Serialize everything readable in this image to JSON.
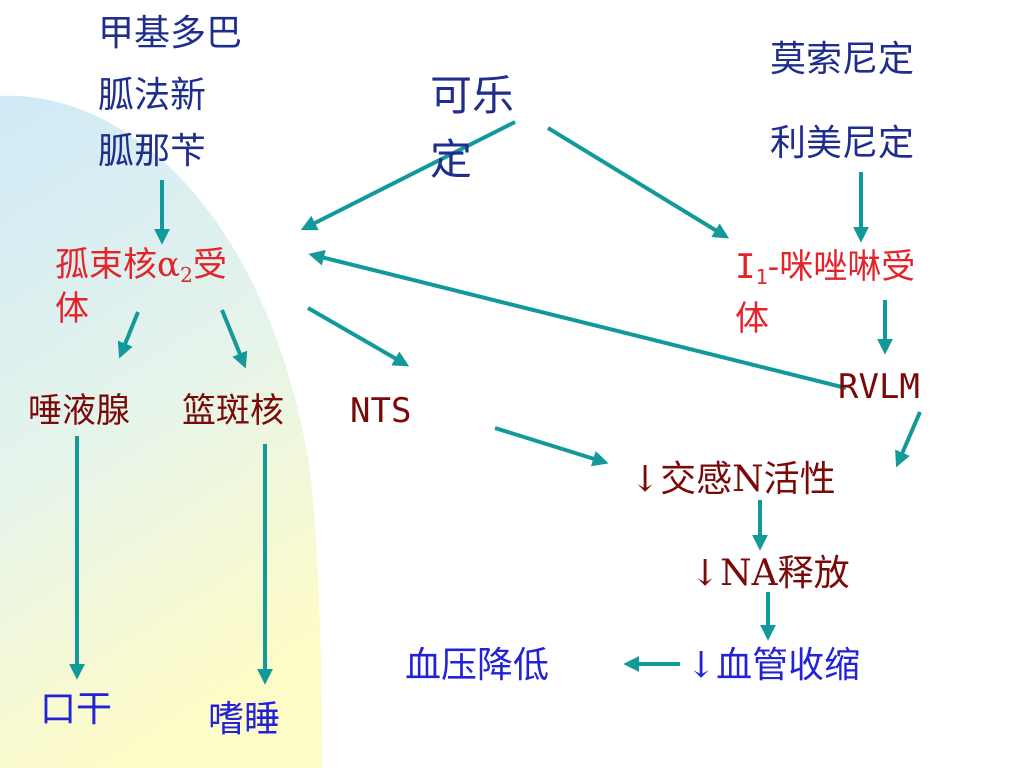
{
  "drugs_left": [
    "甲基多巴",
    "胍法新",
    "胍那苄"
  ],
  "drug_center": [
    "可乐",
    "定"
  ],
  "drugs_right": [
    "莫索尼定",
    "利美尼定"
  ],
  "alpha2_receptor": {
    "line1_a": "孤束核α",
    "sub": "2",
    "line1_b": "受",
    "line2": "体"
  },
  "i1_receptor": {
    "prefix": "I",
    "sub": "1",
    "line1_b": "-咪唑啉受",
    "line2": "体"
  },
  "nodes": {
    "salivary": "唾液腺",
    "locus": "篮斑核",
    "nts": "NTS",
    "rvlm": "RVLM",
    "sympathetic": "↓交感N活性",
    "na_release": "↓NA释放",
    "bp_drop": "血压降低",
    "vessel": "↓血管收缩",
    "dry_mouth": "口干",
    "drowsy": "嗜睡"
  },
  "colors": {
    "arrow": "#12999a",
    "arrow_dark": "#0c8f90",
    "blue_text": "#1f2e8c",
    "red_text": "#e3242b",
    "dark_red_text": "#7a0a0a",
    "bright_blue_text": "#2323d6",
    "bg_gradient_top": "#cfeaf7",
    "bg_gradient_bottom": "#fdfbc8"
  }
}
